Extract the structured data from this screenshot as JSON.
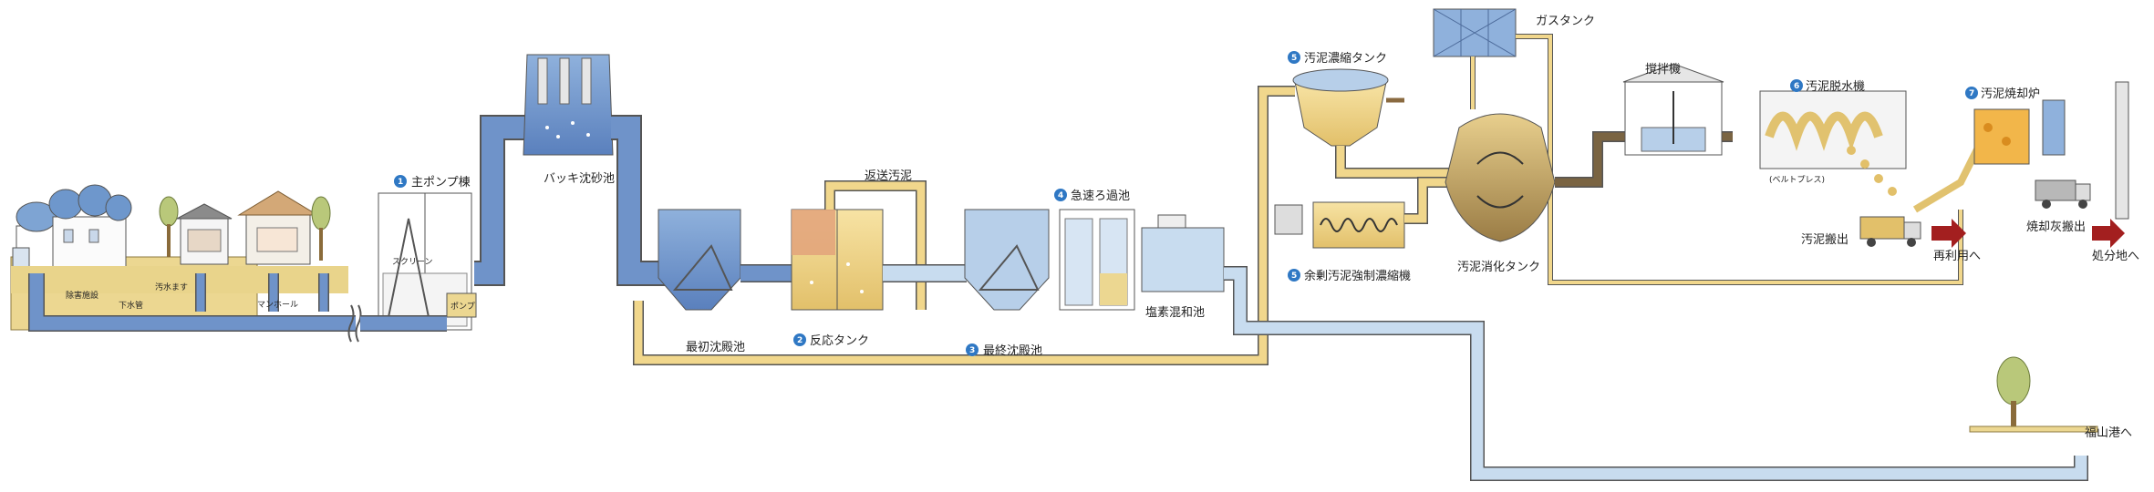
{
  "labels": {
    "septic": "除害施設",
    "sewer_pipe": "下水管",
    "catch_basin": "汚水ます",
    "manhole": "マンホール",
    "main_pump": "主ポンプ棟",
    "screen": "スクリーン",
    "pump": "ポンプ",
    "grit": "バッキ沈砂池",
    "primary": "最初沈殿池",
    "return_sludge": "返送汚泥",
    "reaction": "反応タンク",
    "final": "最終沈殿池",
    "rapid_filter": "急速ろ過池",
    "chlorine": "塩素混和池",
    "thickener": "汚泥濃縮タンク",
    "surplus_thickener": "余剰汚泥強制濃縮機",
    "gas_tank": "ガスタンク",
    "digester": "汚泥消化タンク",
    "mixer": "撹拌機",
    "dewater": "汚泥脱水機",
    "belt_press": "(ベルトプレス)",
    "incinerator": "汚泥焼却炉",
    "sludge_out": "汚泥搬出",
    "reuse": "再利用へ",
    "ash_out": "焼却灰搬出",
    "disposal": "処分地へ",
    "port": "福山港へ"
  },
  "numbers": {
    "n1": "1",
    "n2": "2",
    "n3": "3",
    "n4": "4",
    "n5": "5",
    "n5b": "5",
    "n6": "6",
    "n7": "7"
  },
  "colors": {
    "sewage_blue": "#6f93c9",
    "treated_light": "#c8dcef",
    "sludge_yellow": "#f1d78c",
    "digested_brown": "#7a6442",
    "pipe_outline": "#555555",
    "arrow_red": "#a31f1f",
    "marker_blue": "#2f78c4"
  }
}
